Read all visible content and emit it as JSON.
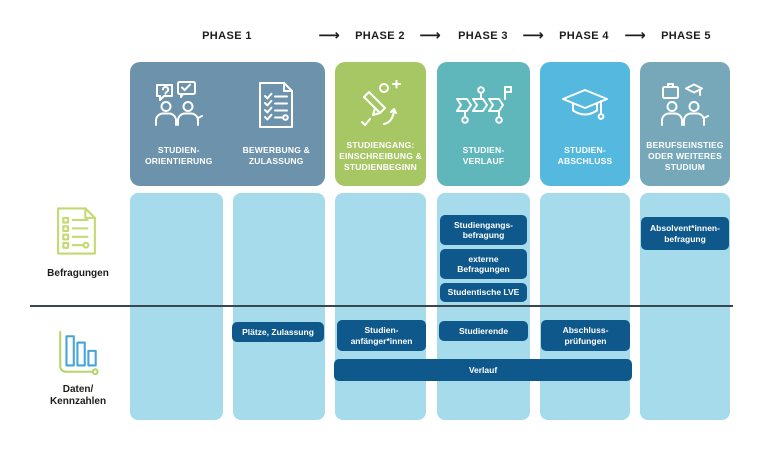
{
  "diagram": {
    "phase_labels": [
      "PHASE 1",
      "PHASE 2",
      "PHASE 3",
      "PHASE 4",
      "PHASE 5"
    ],
    "arrow_glyph": "⟶"
  },
  "header_cards": [
    {
      "color": "#6d93ac",
      "items": [
        {
          "label": "STUDIEN-\nORIENTIERUNG",
          "icon": "people-speech-bubbles-icon"
        },
        {
          "label": "BEWERBUNG &\nZULASSUNG",
          "icon": "checklist-document-icon"
        }
      ]
    },
    {
      "color": "#a7c765",
      "items": [
        {
          "label": "STUDIENGANG:\nEINSCHREIBUNG &\nSTUDIENBEGINN",
          "icon": "pencil-path-icon"
        }
      ]
    },
    {
      "color": "#5fb7bc",
      "items": [
        {
          "label": "STUDIEN-\nVERLAUF",
          "icon": "milestone-path-icon"
        }
      ]
    },
    {
      "color": "#55b9df",
      "items": [
        {
          "label": "STUDIEN-\nABSCHLUSS",
          "icon": "graduation-cap-icon"
        }
      ]
    },
    {
      "color": "#76a8b9",
      "items": [
        {
          "label": "BERUFSEINSTIEG\nODER WEITERES\nSTUDIUM",
          "icon": "graduates-career-icon"
        }
      ]
    }
  ],
  "rows": [
    {
      "label": "Befragungen"
    },
    {
      "label": "Daten/\nKennzahlen"
    }
  ],
  "pills": {
    "studiengangsbefragung": "Studiengangs-\nbefragung",
    "externe_befragungen": "externe\nBefragungen",
    "studentische_lve": "Studentische LVE",
    "absolventinnenbefragung": "Absolvent*innen-\nbefragung",
    "plaetze_zulassung": "Plätze, Zulassung",
    "studienanfaenger": "Studien-\nanfänger*innen",
    "studierende": "Studierende",
    "abschlusspruefungen": "Abschluss-\nprüfungen",
    "verlauf": "Verlauf"
  },
  "colors": {
    "pill": "#0e588c",
    "column": "#a6dbec",
    "divider": "#3a4752",
    "befragungen_icon": "#c3d971",
    "daten_icon_bars": "#47a4d9",
    "daten_icon_axis": "#b5d56b"
  }
}
